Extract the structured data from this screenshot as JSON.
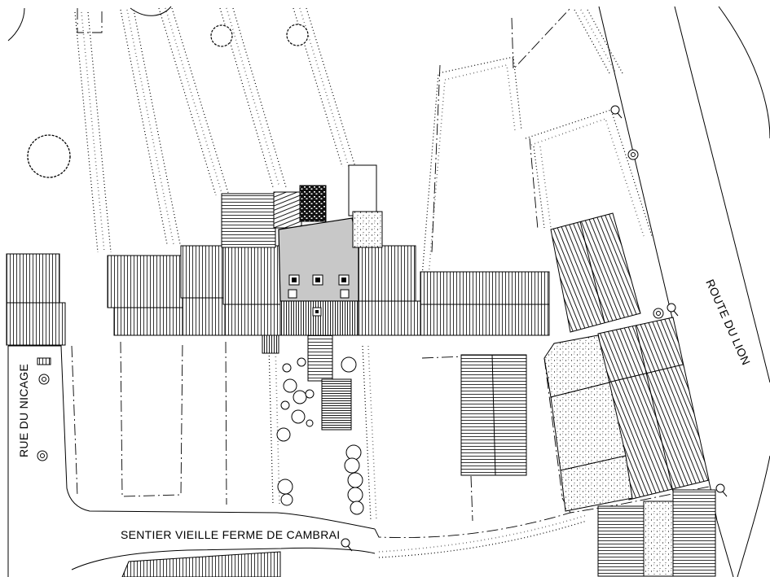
{
  "plan": {
    "labels": {
      "route_du_lion": "ROUTE DU LION",
      "rue_du_nicage": "RUE DU NICAGE",
      "sentier": "SENTIER VIEILLE FERME DE CAMBRAI"
    },
    "colors": {
      "ink": "#000000",
      "paper": "#ffffff",
      "main_roof": "#c8c8c8"
    }
  }
}
